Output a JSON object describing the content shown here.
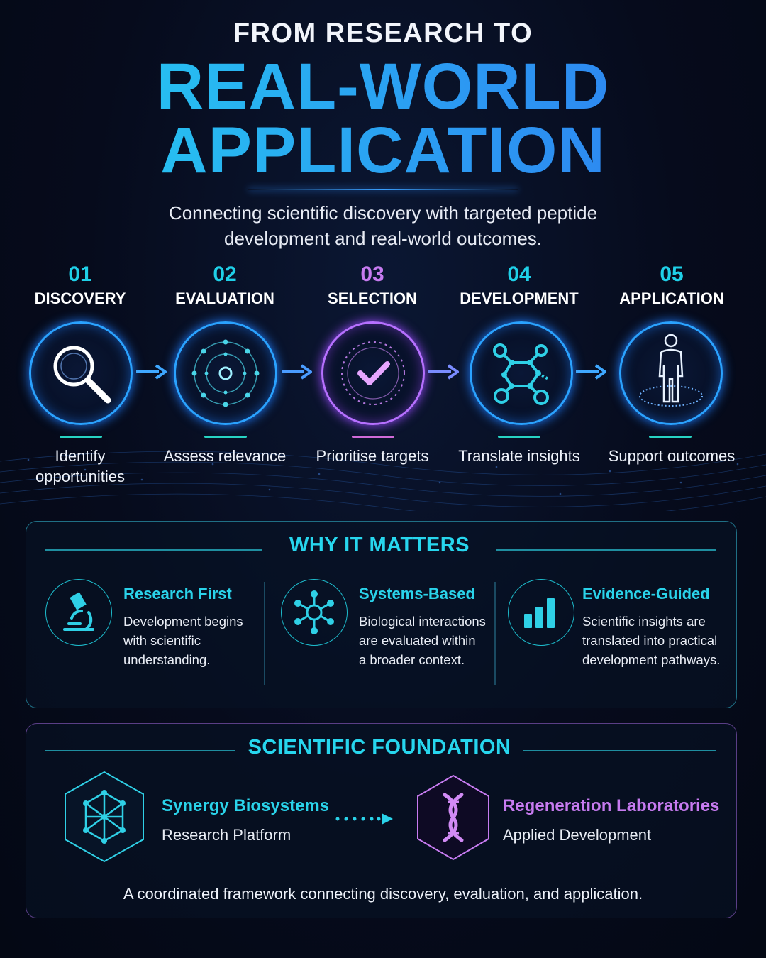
{
  "header": {
    "top": "FROM RESEARCH TO",
    "line1": "REAL-WORLD",
    "line2": "APPLICATION",
    "subtitle": "Connecting scientific discovery with targeted peptide development and real-world outcomes."
  },
  "steps": [
    {
      "num": "01",
      "title": "DISCOVERY",
      "desc": "Identify opportunities",
      "icon": "magnifier-icon",
      "color": "#1fd0e8"
    },
    {
      "num": "02",
      "title": "EVALUATION",
      "desc": "Assess relevance",
      "icon": "orbit-icon",
      "color": "#1fd0e8"
    },
    {
      "num": "03",
      "title": "SELECTION",
      "desc": "Prioritise targets",
      "icon": "checkmark-icon",
      "color": "#c77bf0"
    },
    {
      "num": "04",
      "title": "DEVELOPMENT",
      "desc": "Translate insights",
      "icon": "network-icon",
      "color": "#1fd0e8"
    },
    {
      "num": "05",
      "title": "APPLICATION",
      "desc": "Support outcomes",
      "icon": "person-icon",
      "color": "#1fd0e8"
    }
  ],
  "why": {
    "title": "WHY IT MATTERS",
    "items": [
      {
        "title": "Research First",
        "text": [
          "Development begins",
          "with scientific",
          "understanding."
        ],
        "icon": "microscope-icon"
      },
      {
        "title": "Systems-Based",
        "text": [
          "Biological interactions",
          "are evaluated within",
          "a broader context."
        ],
        "icon": "molecule-icon"
      },
      {
        "title": "Evidence-Guided",
        "text": [
          "Scientific insights are",
          "translated into practical",
          "development pathways."
        ],
        "icon": "bar-chart-icon"
      }
    ]
  },
  "foundation": {
    "title": "SCIENTIFIC FOUNDATION",
    "left": {
      "name": "Synergy Biosystems",
      "sub": "Research Platform",
      "icon": "polyhedron-icon",
      "color": "#2ad3ea"
    },
    "right": {
      "name": "Regeneration Laboratories",
      "sub": "Applied Development",
      "icon": "dna-icon",
      "color": "#c77bf0"
    },
    "footer": "A coordinated framework connecting discovery, evaluation, and application."
  }
}
